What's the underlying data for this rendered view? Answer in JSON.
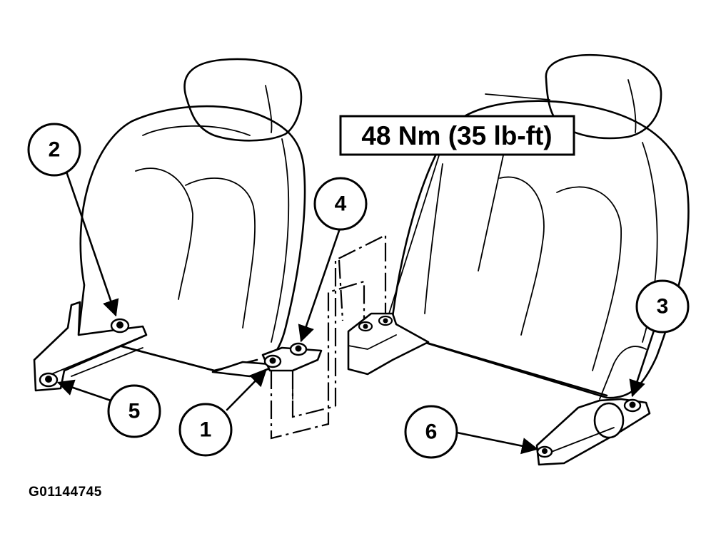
{
  "torque_spec": "48 Nm (35 lb-ft)",
  "callouts": {
    "c1": "1",
    "c2": "2",
    "c3": "3",
    "c4": "4",
    "c5": "5",
    "c6": "6"
  },
  "figure_id": "G01144745"
}
